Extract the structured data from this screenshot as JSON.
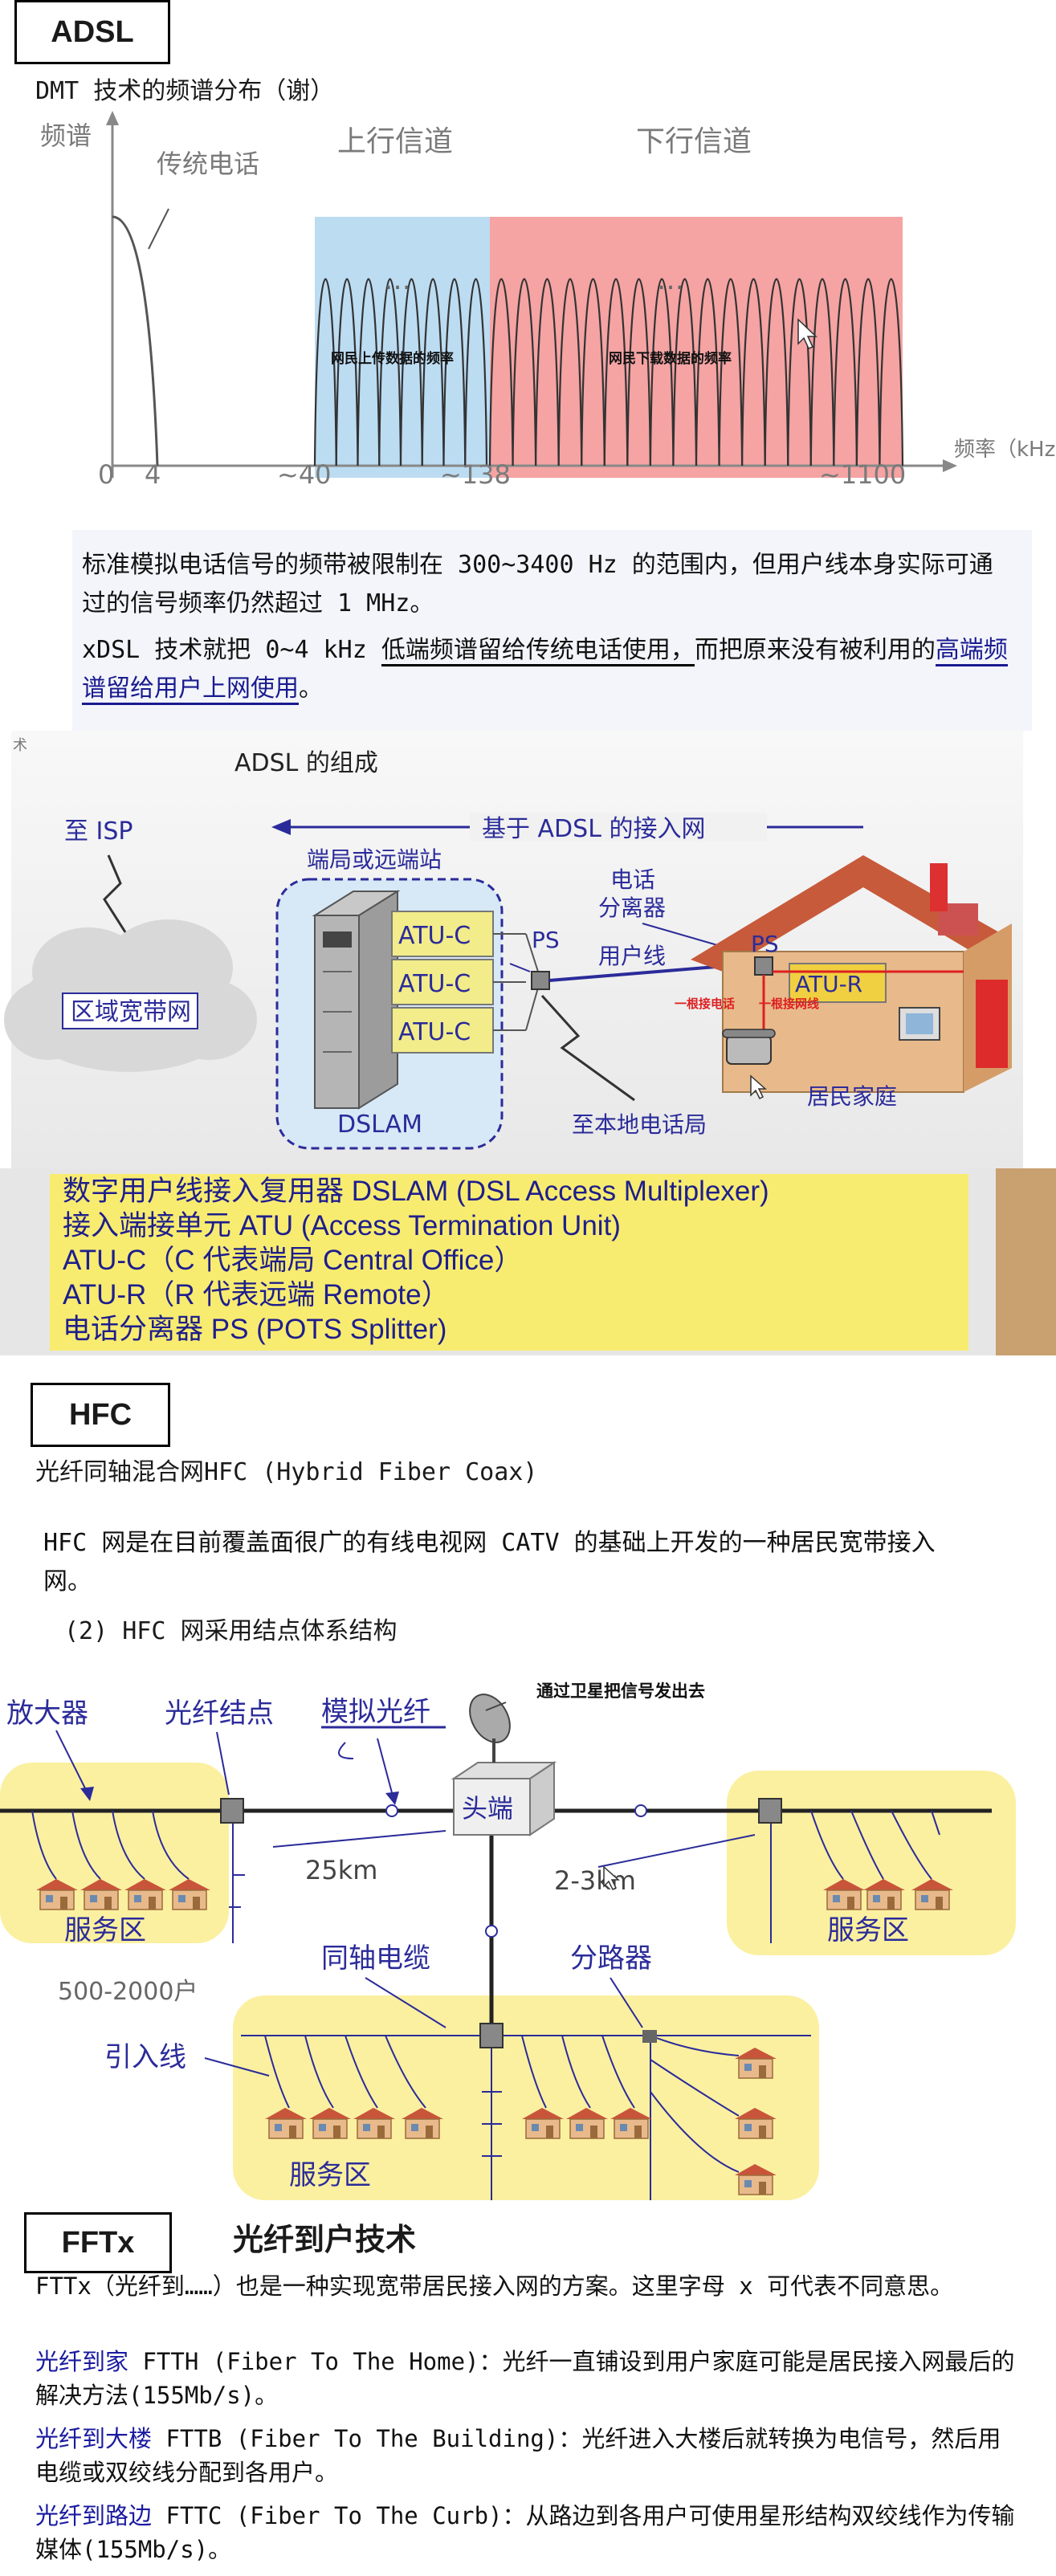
{
  "adsl": {
    "tag": "ADSL",
    "subtitle": "DMT 技术的频谱分布（谢）",
    "spectrum": {
      "y_label": "频谱",
      "x_label": "频率（kHz）",
      "voice_label": "传统电话",
      "upstream_label": "上行信道",
      "downstream_label": "下行信道",
      "upstream_note": "网民上传数据的频率",
      "downstream_note": "网民下载数据的频率",
      "ellipsis": "…",
      "ticks": [
        "0",
        "4",
        "~40",
        "~138",
        "~1100"
      ],
      "colors": {
        "upstream": "#bcdcf2",
        "downstream": "#f5a3a3"
      }
    },
    "para1": "标准模拟电话信号的频带被限制在 300~3400 Hz 的范围内，但用户线本身实际可通过的信号频率仍然超过 1 MHz。",
    "para2_a": "xDSL 技术就把 0~4 kHz ",
    "para2_b": "低端频谱留给传统电话使用，",
    "para2_c": "而把原来没有被利用的",
    "para2_d": "高端频谱留给用户上网使用",
    "para2_e": "。",
    "composition": {
      "corner": "术",
      "title": "ADSL 的组成",
      "isp": "至 ISP",
      "access_net": "基于 ADSL 的接入网",
      "station": "端局或远端站",
      "phone_splitter_1": "电话",
      "phone_splitter_2": "分离器",
      "ps_left": "PS",
      "ps_right": "PS",
      "user_line": "用户线",
      "atu_c": [
        "ATU-C",
        "ATU-C",
        "ATU-C"
      ],
      "atu_r": "ATU-R",
      "cloud": "区域宽带网",
      "dslam": "DSLAM",
      "local_office": "至本地电话局",
      "home": "居民家庭",
      "red_note_1": "一根接电话",
      "red_note_2": "一根接网线"
    },
    "defs": [
      "数字用户线接入复用器 DSLAM (DSL Access Multiplexer)",
      "接入端接单元 ATU (Access Termination Unit)",
      "ATU-C（C 代表端局 Central Office）",
      "ATU-R（R 代表远端 Remote）",
      "电话分离器 PS (POTS Splitter)"
    ]
  },
  "hfc": {
    "tag": "HFC",
    "subtitle": "光纤同轴混合网HFC (Hybrid Fiber Coax)",
    "para1": "HFC 网是在目前覆盖面很广的有线电视网 CATV 的基础上开发的一种居民宽带接入网。",
    "para2": "(2) HFC 网采用结点体系结构",
    "diagram": {
      "amplifier": "放大器",
      "fiber_node": "光纤结点",
      "analog_fiber": "模拟光纤",
      "satellite_note": "通过卫星把信号发出去",
      "headend": "头端",
      "dist_25": "25km",
      "dist_23": "2-3km",
      "service_area": "服务区",
      "coax": "同轴电缆",
      "splitter": "分路器",
      "households": "500-2000户",
      "drop": "引入线"
    }
  },
  "fttx": {
    "tag": "FFTx",
    "title": "光纤到户技术",
    "para1": "FTTx（光纤到……）也是一种实现宽带居民接入网的方案。这里字母 x 可代表不同意思。",
    "items": [
      {
        "term": "光纤到家",
        "text": " FTTH (Fiber To The Home)：光纤一直铺设到用户家庭可能是居民接入网最后的解决方法(155Mb/s)。"
      },
      {
        "term": "光纤到大楼",
        "text": " FTTB (Fiber To The Building)：光纤进入大楼后就转换为电信号，然后用电缆或双绞线分配到各用户。"
      },
      {
        "term": "光纤到路边",
        "text": " FTTC (Fiber To The Curb)：从路边到各用户可使用星形结构双绞线作为传输媒体(155Mb/s)。"
      }
    ]
  }
}
